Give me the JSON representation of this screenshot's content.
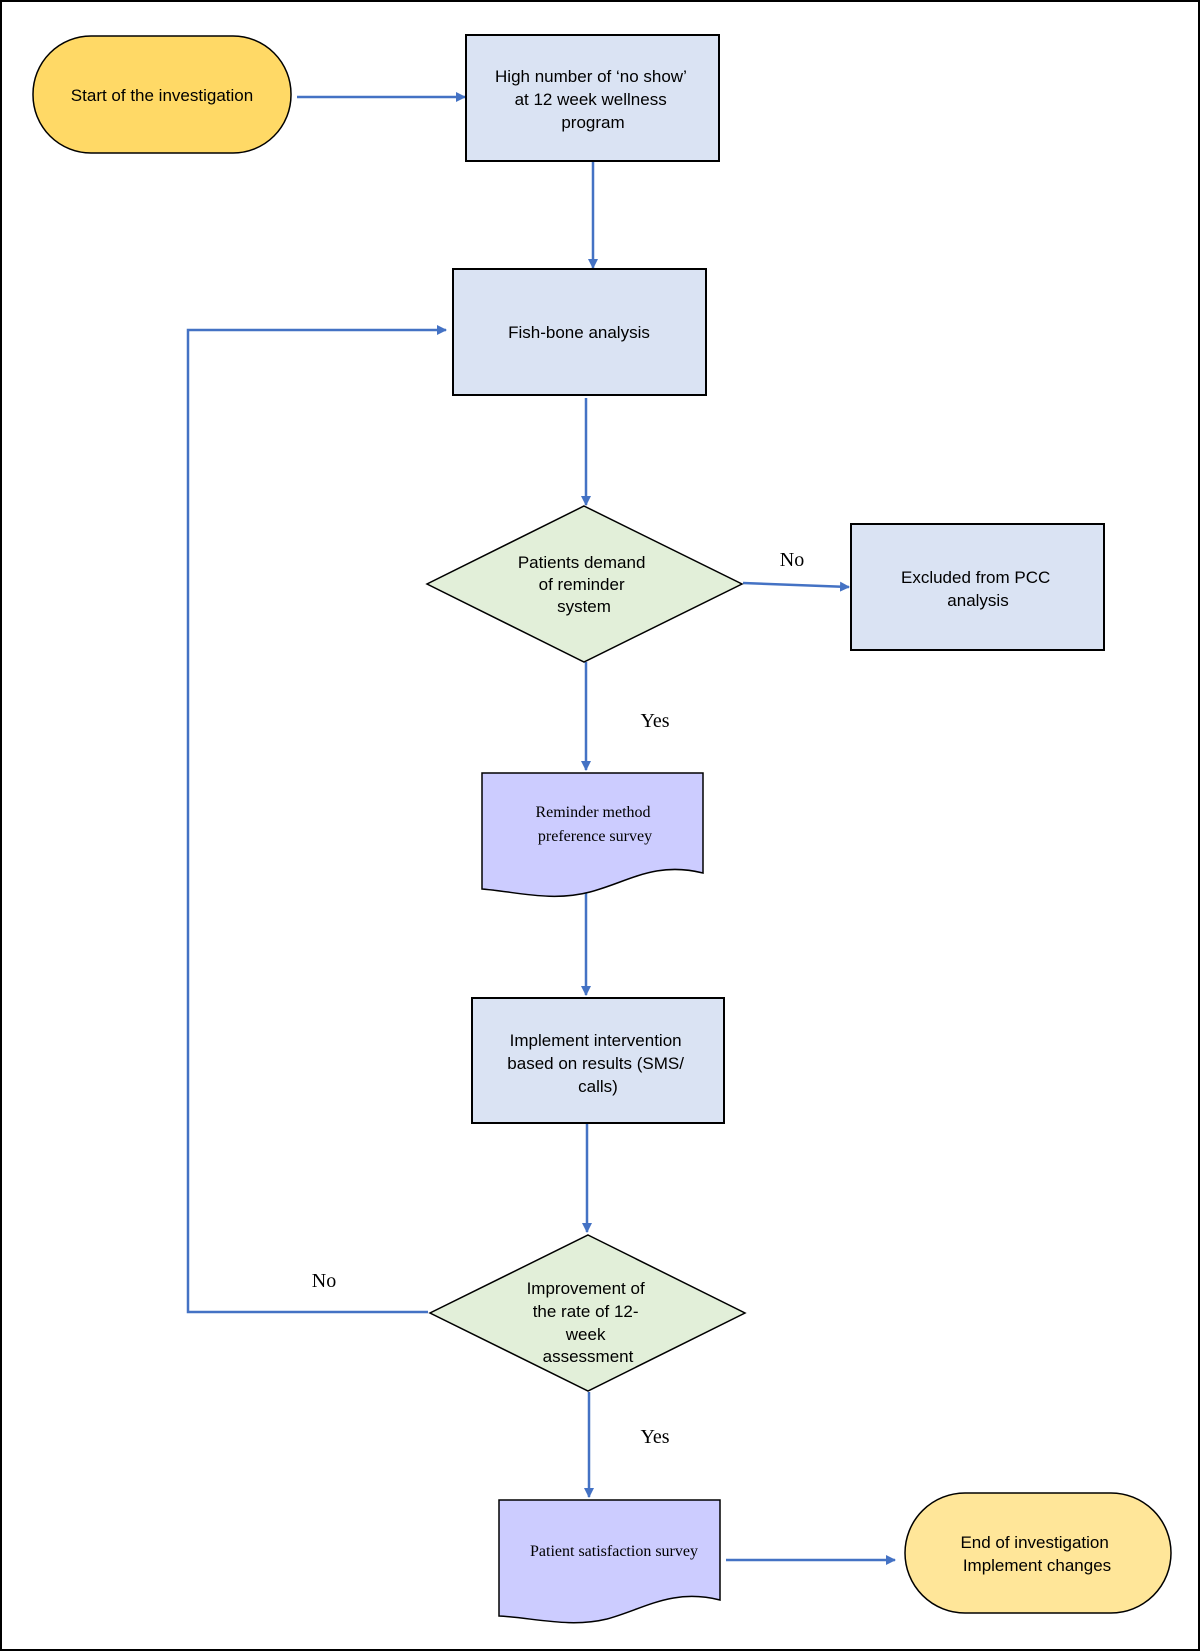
{
  "colors": {
    "terminal_fill": "#ffd966",
    "terminal_end_fill": "#ffe699",
    "process_fill": "#dae3f3",
    "decision_fill": "#e2efd9",
    "document_fill": "#ccccff",
    "connector": "#4472c4",
    "outline": "#000000"
  },
  "nodes": {
    "start": {
      "lines": [
        "Start of the investigation"
      ]
    },
    "no_show": {
      "lines": [
        "High number of ‘no show’",
        "at 12 week wellness",
        "program"
      ]
    },
    "fishbone": {
      "lines": [
        "Fish-bone analysis"
      ]
    },
    "demand": {
      "lines": [
        "Patients demand",
        "of reminder",
        "system"
      ]
    },
    "excluded": {
      "lines": [
        "Excluded from PCC",
        "analysis"
      ]
    },
    "reminder_survey": {
      "lines": [
        "Reminder method",
        "preference survey"
      ]
    },
    "implement": {
      "lines": [
        "Implement intervention",
        "based on results (SMS/",
        "calls)"
      ]
    },
    "improvement": {
      "lines": [
        "Improvement of",
        "the rate of 12-",
        "week",
        "assessment"
      ]
    },
    "satisfaction": {
      "lines": [
        "Patient satisfaction survey"
      ]
    },
    "end": {
      "lines": [
        "End of investigation",
        "Implement changes"
      ]
    }
  },
  "edge_labels": {
    "demand_no": "No",
    "demand_yes": "Yes",
    "improvement_no": "No",
    "improvement_yes": "Yes"
  }
}
